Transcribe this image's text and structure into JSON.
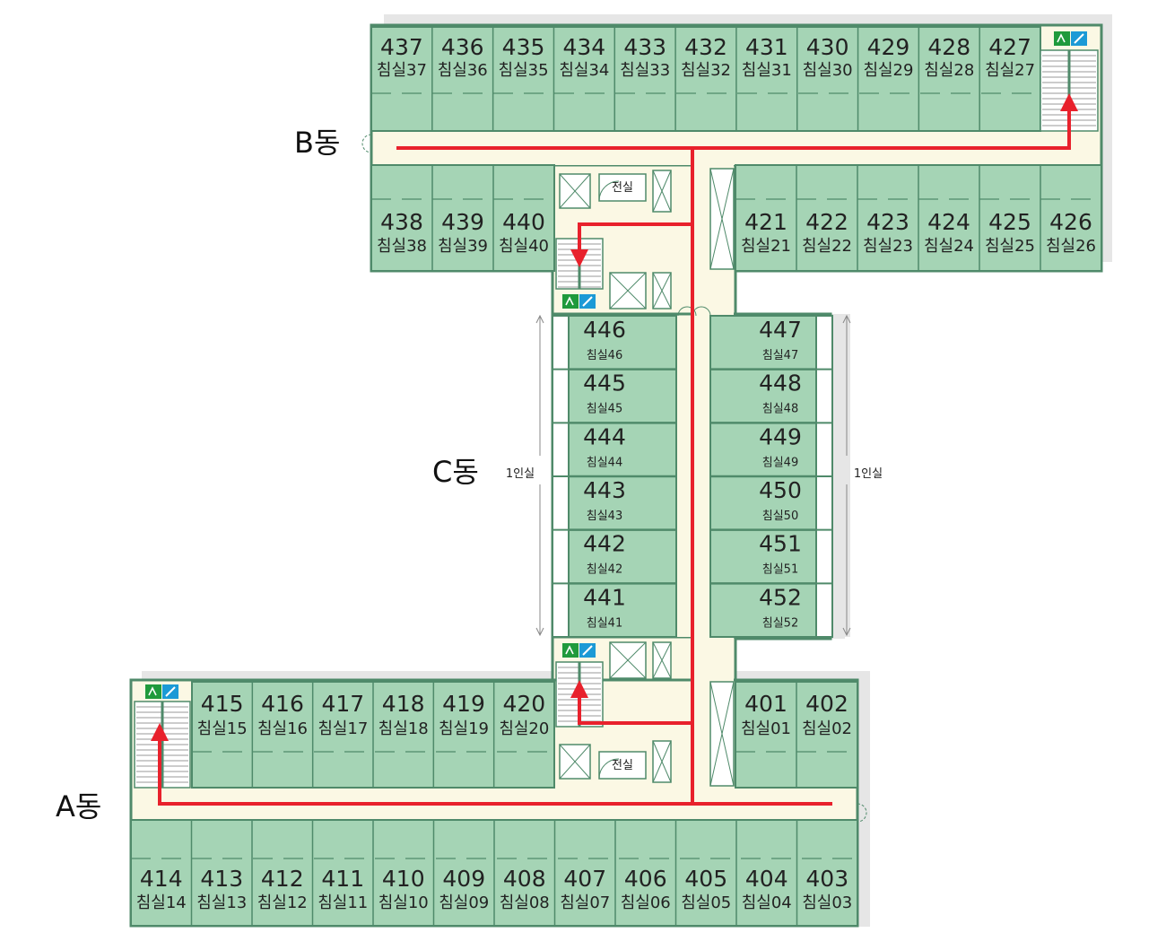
{
  "wings": {
    "A": "A동",
    "B": "B동",
    "C": "C동"
  },
  "labels": {
    "single_room": "1인실",
    "electric_room": "전실"
  },
  "rooms": {
    "b_top": [
      {
        "num": "437",
        "label": "침실37"
      },
      {
        "num": "436",
        "label": "침실36"
      },
      {
        "num": "435",
        "label": "침실35"
      },
      {
        "num": "434",
        "label": "침실34"
      },
      {
        "num": "433",
        "label": "침실33"
      },
      {
        "num": "432",
        "label": "침실32"
      },
      {
        "num": "431",
        "label": "침실31"
      },
      {
        "num": "430",
        "label": "침실30"
      },
      {
        "num": "429",
        "label": "침실29"
      },
      {
        "num": "428",
        "label": "침실28"
      },
      {
        "num": "427",
        "label": "침실27"
      }
    ],
    "b_bottom_left": [
      {
        "num": "438",
        "label": "침실38"
      },
      {
        "num": "439",
        "label": "침실39"
      },
      {
        "num": "440",
        "label": "침실40"
      }
    ],
    "b_bottom_right": [
      {
        "num": "421",
        "label": "침실21"
      },
      {
        "num": "422",
        "label": "침실22"
      },
      {
        "num": "423",
        "label": "침실23"
      },
      {
        "num": "424",
        "label": "침실24"
      },
      {
        "num": "425",
        "label": "침실25"
      },
      {
        "num": "426",
        "label": "침실26"
      }
    ],
    "c_left": [
      {
        "num": "446",
        "label": "침실46"
      },
      {
        "num": "445",
        "label": "침실45"
      },
      {
        "num": "444",
        "label": "침실44"
      },
      {
        "num": "443",
        "label": "침실43"
      },
      {
        "num": "442",
        "label": "침실42"
      },
      {
        "num": "441",
        "label": "침실41"
      }
    ],
    "c_right": [
      {
        "num": "447",
        "label": "침실47"
      },
      {
        "num": "448",
        "label": "침실48"
      },
      {
        "num": "449",
        "label": "침실49"
      },
      {
        "num": "450",
        "label": "침실50"
      },
      {
        "num": "451",
        "label": "침실51"
      },
      {
        "num": "452",
        "label": "침실52"
      }
    ],
    "a_top_left": [
      {
        "num": "415",
        "label": "침실15"
      },
      {
        "num": "416",
        "label": "침실16"
      },
      {
        "num": "417",
        "label": "침실17"
      },
      {
        "num": "418",
        "label": "침실18"
      },
      {
        "num": "419",
        "label": "침실19"
      },
      {
        "num": "420",
        "label": "침실20"
      }
    ],
    "a_top_right": [
      {
        "num": "401",
        "label": "침실01"
      },
      {
        "num": "402",
        "label": "침실02"
      }
    ],
    "a_bottom": [
      {
        "num": "414",
        "label": "침실14"
      },
      {
        "num": "413",
        "label": "침실13"
      },
      {
        "num": "412",
        "label": "침실12"
      },
      {
        "num": "411",
        "label": "침실11"
      },
      {
        "num": "410",
        "label": "침실10"
      },
      {
        "num": "409",
        "label": "침실09"
      },
      {
        "num": "408",
        "label": "침실08"
      },
      {
        "num": "407",
        "label": "침실07"
      },
      {
        "num": "406",
        "label": "침실06"
      },
      {
        "num": "405",
        "label": "침실05"
      },
      {
        "num": "404",
        "label": "침실04"
      },
      {
        "num": "403",
        "label": "침실03"
      }
    ]
  },
  "colors": {
    "room": "#a5d4b5",
    "wall": "#4f8a6a",
    "corridor": "#fbf8e4",
    "route": "#e8212c",
    "shadow": "#e6e6e6",
    "exit_green": "#1f9a3c",
    "exit_blue": "#1b9ad6"
  }
}
